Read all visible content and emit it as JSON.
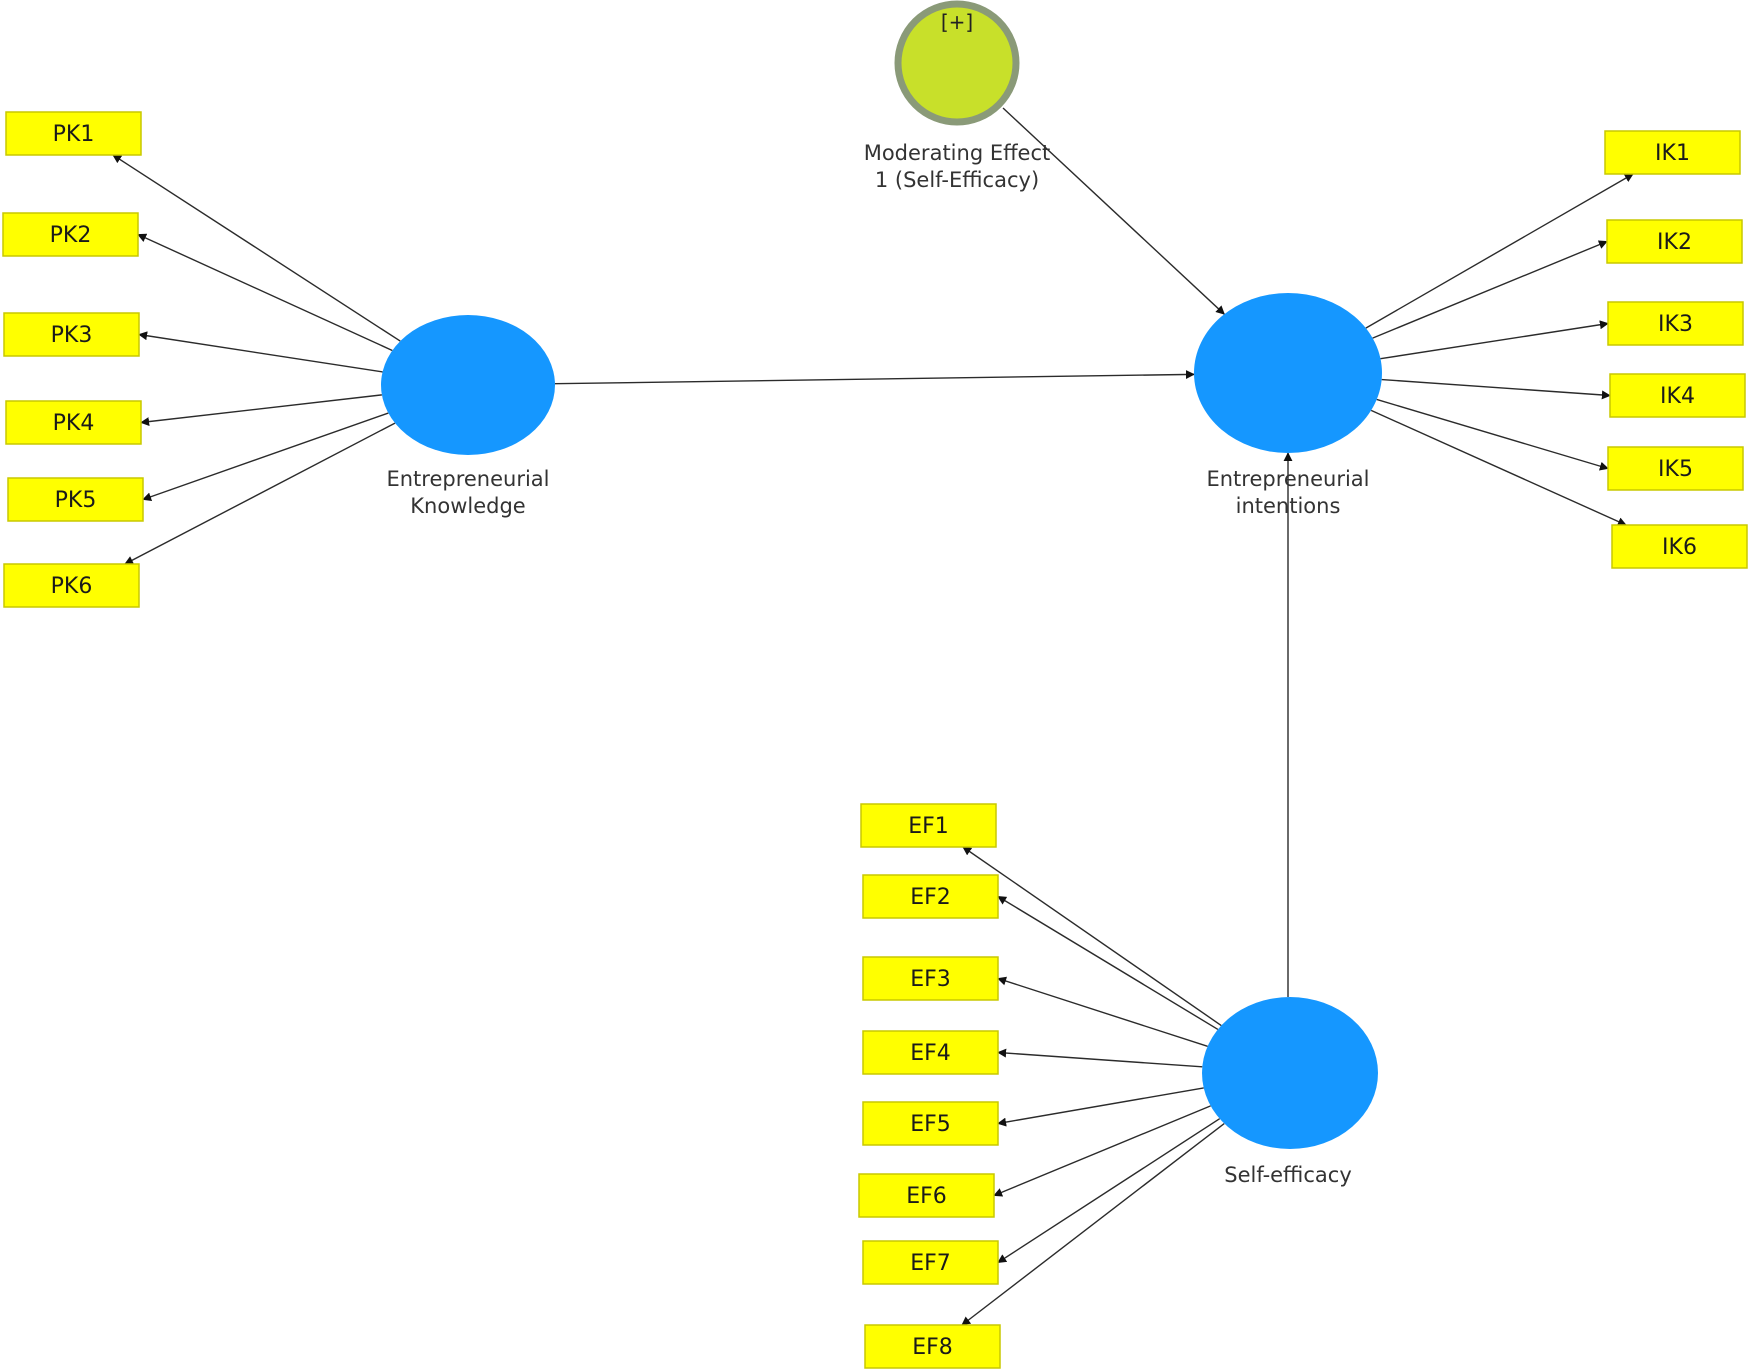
{
  "diagram": {
    "constructs": [
      {
        "id": "PK",
        "label_lines": [
          "Entrepreneurial",
          "Knowledge"
        ]
      },
      {
        "id": "IK",
        "label_lines": [
          "Entrepreneurial",
          "intentions"
        ]
      },
      {
        "id": "EF",
        "label_lines": [
          "Self-efficacy"
        ]
      },
      {
        "id": "MOD",
        "label_lines": [
          "Moderating Effect",
          "1 (Self-Efficacy)"
        ],
        "badge": "[+]"
      }
    ],
    "indicators": {
      "PK": [
        "PK1",
        "PK2",
        "PK3",
        "PK4",
        "PK5",
        "PK6"
      ],
      "IK": [
        "IK1",
        "IK2",
        "IK3",
        "IK4",
        "IK5",
        "IK6"
      ],
      "EF": [
        "EF1",
        "EF2",
        "EF3",
        "EF4",
        "EF5",
        "EF6",
        "EF7",
        "EF8"
      ]
    },
    "paths": [
      {
        "from": "PK",
        "to": "IK"
      },
      {
        "from": "MOD",
        "to": "IK"
      },
      {
        "from": "EF",
        "to": "IK"
      }
    ],
    "colors": {
      "construct": "#1597ff",
      "indicator": "#ffff00",
      "moderator": "#c8e02a",
      "moderator_ring": "#8a9a78"
    }
  }
}
